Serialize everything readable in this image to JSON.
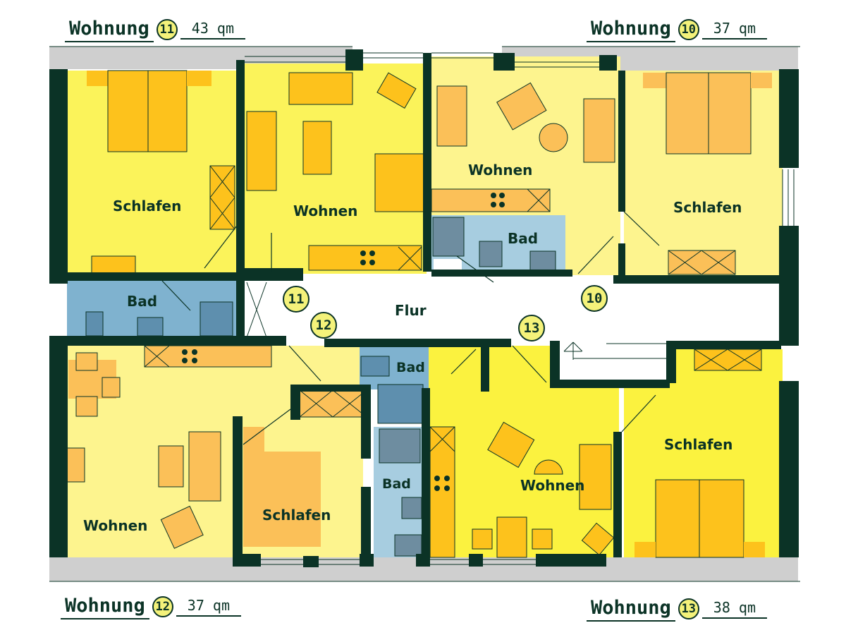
{
  "plan": {
    "type": "floor-plan",
    "colors": {
      "wall": "#0b3326",
      "bedroom_yellow": "#fbf35a",
      "living_light_yellow": "#fdf48e",
      "living_bright_yellow": "#fbf23f",
      "furniture_orange": "#fdc21c",
      "furniture_light_orange": "#fbc058",
      "bath_blue": "#7fb2cf",
      "bath_light_blue": "#a7cde0",
      "bath_fixture": "#6e8da0",
      "balcony_gray": "#cfcfcf",
      "corridor": "#ffffff",
      "badge_fill": "#f4f27a"
    }
  },
  "apartments": [
    {
      "label": "Wohnung",
      "number": "11",
      "area": "43 qm"
    },
    {
      "label": "Wohnung",
      "number": "10",
      "area": "37 qm"
    },
    {
      "label": "Wohnung",
      "number": "12",
      "area": "37 qm"
    },
    {
      "label": "Wohnung",
      "number": "13",
      "area": "38 qm"
    }
  ],
  "rooms": {
    "apt11_schlafen": "Schlafen",
    "apt11_wohnen": "Wohnen",
    "apt11_bad": "Bad",
    "apt10_wohnen": "Wohnen",
    "apt10_schlafen": "Schlafen",
    "apt10_bad": "Bad",
    "apt12_wohnen": "Wohnen",
    "apt12_schlafen": "Schlafen",
    "apt12_bad": "Bad",
    "apt13_bad": "Bad",
    "apt13_wohnen": "Wohnen",
    "apt13_schlafen": "Schlafen",
    "corridor": "Flur"
  },
  "door_markers": [
    "11",
    "12",
    "13",
    "10"
  ]
}
